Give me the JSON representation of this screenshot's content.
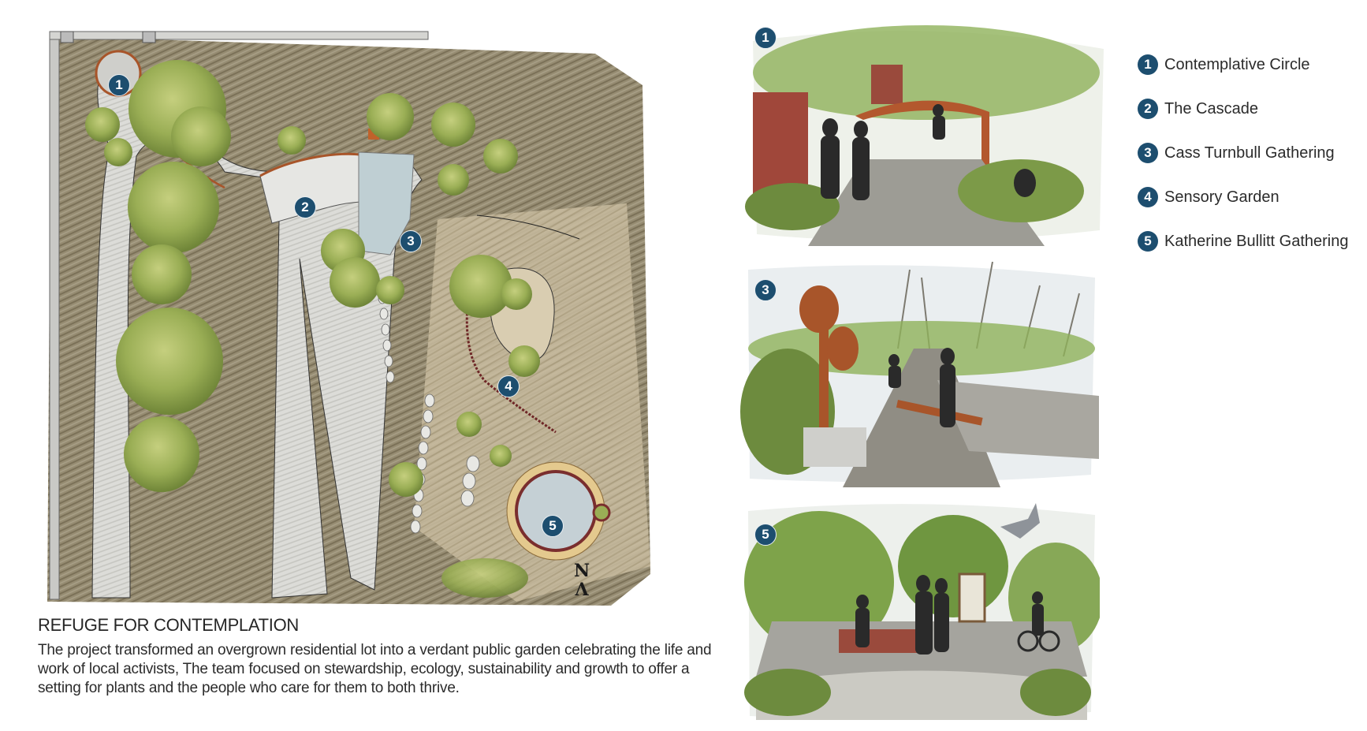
{
  "plan": {
    "badges": [
      "1",
      "2",
      "3",
      "4",
      "5"
    ],
    "north_label": "N",
    "north_arrow": "Λ"
  },
  "sketches": [
    {
      "badge": "1"
    },
    {
      "badge": "3"
    },
    {
      "badge": "5"
    }
  ],
  "legend": [
    {
      "num": "1",
      "label": "Contemplative Circle"
    },
    {
      "num": "2",
      "label": "The Cascade"
    },
    {
      "num": "3",
      "label": "Cass Turnbull Gathering"
    },
    {
      "num": "4",
      "label": "Sensory Garden"
    },
    {
      "num": "5",
      "label": "Katherine Bullitt Gathering"
    }
  ],
  "caption": {
    "title": "REFUGE FOR CONTEMPLATION",
    "body": "The project transformed an overgrown residential lot into a verdant public garden celebrating the life and work of local activists, The team focused on stewardship, ecology, sustainability and growth to offer a setting for plants and the people who care for them to both thrive."
  },
  "colors": {
    "badge": "#1d4e6f",
    "ground": "#8f866e",
    "path": "#d9d9d6",
    "tree": "#9fb25a",
    "rust": "#a8552a"
  }
}
